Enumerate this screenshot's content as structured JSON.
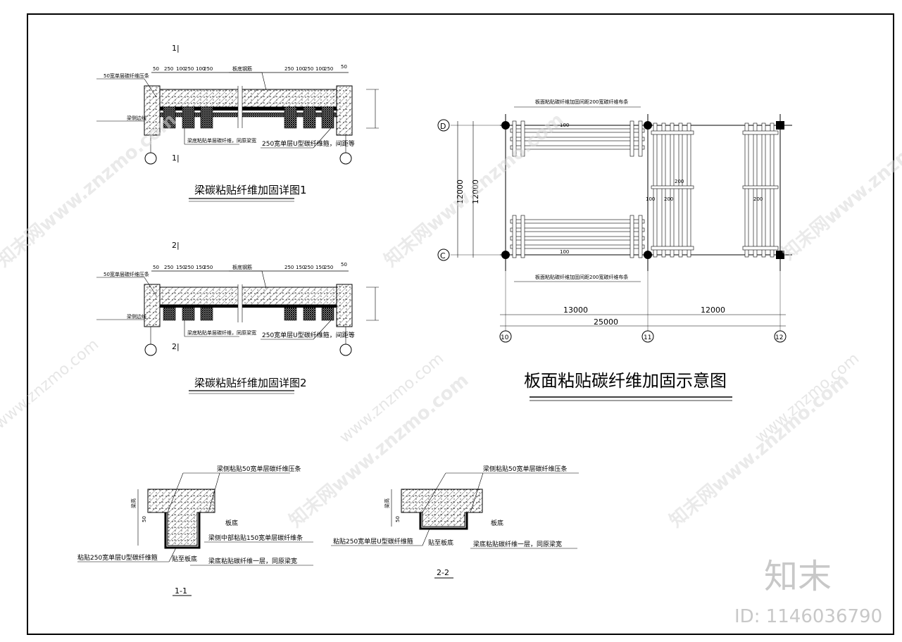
{
  "detail1": {
    "section_mark_top": "1|",
    "section_mark_bottom": "1|",
    "title": "梁碳粘贴纤维加固详图1",
    "dims_left": [
      "50",
      "250",
      "100",
      "250",
      "100",
      "250"
    ],
    "dims_right": [
      "250",
      "100",
      "250",
      "100",
      "250",
      "50"
    ],
    "label_left_top": "50宽单层碳纤维压条",
    "label_left_mid": "梁侧边线",
    "label_top": "板底钢筋",
    "label_bottom_mid": "梁底粘贴单层碳纤维，同原梁宽",
    "label_bottom_right": "250宽单层U型碳纤维箍，间距等"
  },
  "detail2": {
    "section_mark_top": "2|",
    "section_mark_bottom": "2|",
    "title": "梁碳粘贴纤维加固详图2",
    "dims_left": [
      "50",
      "250",
      "150",
      "250",
      "150",
      "250"
    ],
    "dims_right": [
      "250",
      "150",
      "250",
      "150",
      "250",
      "50"
    ],
    "label_left_top": "50宽单层碳纤维压条",
    "label_left_mid": "梁侧边线",
    "label_top": "板底钢筋",
    "label_bottom_mid": "梁底粘贴单层碳纤维，同原梁宽",
    "label_bottom_right": "250宽单层U型碳纤维箍，间距等"
  },
  "plan": {
    "title": "板面粘贴碳纤维加固示意图",
    "axis_rows": [
      "D",
      "C"
    ],
    "axis_cols": [
      "10",
      "11",
      "12"
    ],
    "dim_height_1": "12000",
    "dim_height_2": "12000",
    "dim_span_1": "13000",
    "dim_span_2": "12000",
    "dim_total": "25000",
    "dim_small_labels": [
      "200",
      "200",
      "200",
      "100",
      "100",
      "100"
    ],
    "note_top": "板面粘贴碳纤维加固间距200宽碳纤维布条",
    "note_bottom": "板面粘贴碳纤维加固间距200宽碳纤维布条"
  },
  "section1": {
    "title": "1-1",
    "label_top": "梁侧粘贴50宽单层碳纤维压条",
    "label_slab": "板底",
    "label_mid": "梁侧中部粘贴150宽单层碳纤维条",
    "label_left": "粘贴250宽单层U型碳纤维箍",
    "label_bottom1": "贴至板底",
    "label_bottom2": "梁底粘贴碳纤维一层，同原梁宽",
    "dim_v": "50",
    "dim_side": "梁高"
  },
  "section2": {
    "title": "2-2",
    "label_top": "梁侧粘贴50宽单层碳纤维压条",
    "label_slab": "板底",
    "label_left": "粘贴250宽单层U型碳纤维箍",
    "label_bottom1": "贴至板底",
    "label_bottom2": "梁底粘贴碳纤维一层，同原梁宽",
    "dim_v": "50",
    "dim_side": "梁高"
  },
  "watermarks": {
    "site_cn": "知末网www.znzmo.com",
    "site": "www.znzmo.com",
    "logo": "知末",
    "id": "ID: 1146036790"
  }
}
